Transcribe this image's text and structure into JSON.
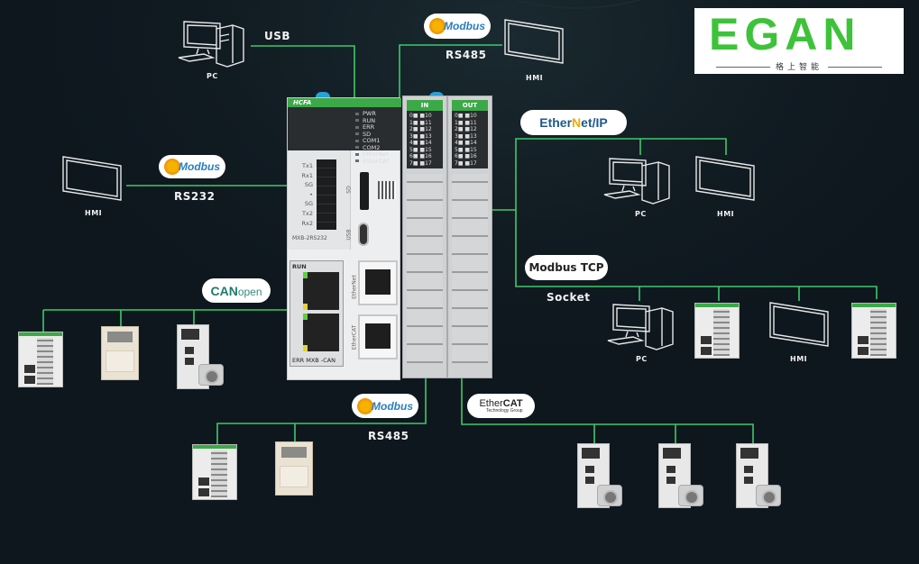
{
  "colors": {
    "background": "#0f1820",
    "wire": "#3ec96a",
    "brand_green": "#3ec23a",
    "module_green": "#3ca948"
  },
  "logo": {
    "mark": "EGAN",
    "subtitle": "格上智能"
  },
  "main_controller": {
    "brand": "HCFA",
    "status_leds": [
      "PWR",
      "RUN",
      "ERR",
      "SD",
      "COM1",
      "COM2",
      "EtherNet",
      "EtherCAT"
    ],
    "terminal_labels": [
      "Tx1",
      "Rx1",
      "SG",
      "•",
      "SG",
      "Tx2",
      "Rx2"
    ],
    "terminal_model": "MXB-2RS232",
    "sd_label": "SD",
    "usb_label": "USB",
    "can_module": {
      "top_label": "RUN",
      "bottom_label": "ERR MXB -CAN"
    },
    "port_labels": [
      "EtherNet",
      "EtherCAT"
    ],
    "io_modules": [
      {
        "label": "IN",
        "rows": [
          "0■ ■10",
          "1■ ■11",
          "2■ ■12",
          "3■ ■13",
          "4■ ■14",
          "5■ ■15",
          "6■ ■16",
          "7■ ■17"
        ]
      },
      {
        "label": "OUT",
        "rows": [
          "0■ ■10",
          "1■ ■11",
          "2■ ■12",
          "3■ ■13",
          "4■ ■14",
          "5■ ■15",
          "6■ ■16",
          "7■ ■17"
        ]
      }
    ]
  },
  "links": {
    "usb": {
      "label": "USB",
      "device": "PC"
    },
    "rs485_top": {
      "protocol": "Modbus",
      "label": "RS485",
      "device": "HMI"
    },
    "rs232": {
      "protocol": "Modbus",
      "label": "RS232",
      "device": "HMI"
    },
    "canopen": {
      "protocol_a": "CAN",
      "protocol_b": "open"
    },
    "ethernet_ip": {
      "protocol_a": "Ether",
      "protocol_n": "N",
      "protocol_b": "et/IP",
      "devices": [
        "PC",
        "HMI"
      ]
    },
    "modbus_tcp": {
      "protocol": "Modbus TCP",
      "label": "Socket",
      "devices": [
        "PC",
        "HMI"
      ]
    },
    "rs485_bottom": {
      "protocol": "Modbus",
      "label": "RS485"
    },
    "ethercat": {
      "protocol_a": "Ether",
      "protocol_b": "CAT",
      "sub": "Technology Group"
    }
  }
}
